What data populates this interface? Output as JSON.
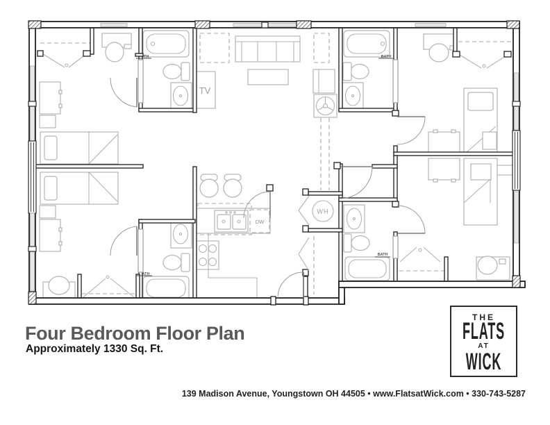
{
  "plan": {
    "labels": {
      "tv": "TV",
      "wh": "WH",
      "dw": "DW",
      "bath": "BATH"
    }
  },
  "caption": {
    "title": "Four Bedroom Floor Plan",
    "subtitle": "Approximately 1330 Sq. Ft."
  },
  "logo": {
    "line1": "THE",
    "line2": "FLATS",
    "line3": "AT",
    "line4": "WICK"
  },
  "footer": {
    "contact": "139 Madison Avenue, Youngstown OH 44505 • www.FlatsatWick.com • 330-743-5287"
  },
  "colors": {
    "title": "#58595b",
    "walls": "#1f1f1f",
    "furniture": "#b3b3b3",
    "text": "#231f20"
  }
}
